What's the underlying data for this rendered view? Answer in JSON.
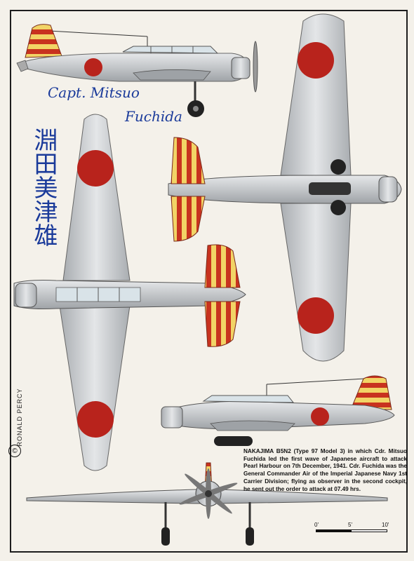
{
  "signature": {
    "line1": "Capt. Mitsuo",
    "line2": "Fuchida",
    "kanji": "淵田美津雄"
  },
  "artist_credit": "RONALD PERCY",
  "copyright_symbol": "©",
  "caption": {
    "title": "NAKAJIMA B5N2",
    "body": "(Type 97 Model 3) in which Cdr. Mitsuo Fuchida led the first wave of Japanese aircraft to attack Pearl Harbour on 7th December, 1941. Cdr. Fuchida was the General Commander Air of the Imperial Japanese Navy 1st Carrier Division; flying as observer in the second cockpit, he sent out the order to attack at 07.49 hrs."
  },
  "scale": {
    "ticks": [
      "0'",
      "5'",
      "10'"
    ]
  },
  "colors": {
    "hinomaru": "#b8231c",
    "silver": "#c9ccce",
    "tail_red": "#c8321f",
    "tail_yellow": "#f2d466",
    "ink_blue": "#1a3a9a"
  }
}
